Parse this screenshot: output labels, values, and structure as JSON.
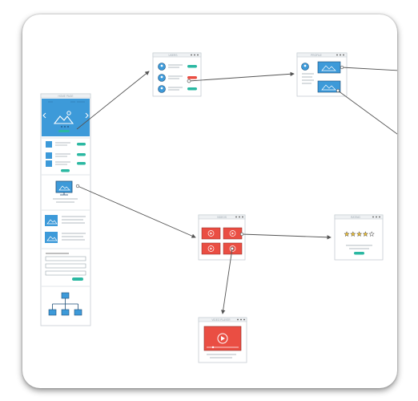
{
  "screens": {
    "home": "HOME PAGE",
    "users": "USERS",
    "profile": "PROFILE",
    "videos": "VIDEOS",
    "rating": "RATING",
    "player": "VIDEO PLAYER"
  },
  "rating": {
    "filled_stars": 4,
    "total_stars": 5
  },
  "colors": {
    "accent_blue": "#3d9ad9",
    "accent_red": "#ea4e43",
    "accent_teal": "#2bb8a2",
    "star_yellow": "#f2c230",
    "wire_gray": "#9aa5ae"
  }
}
